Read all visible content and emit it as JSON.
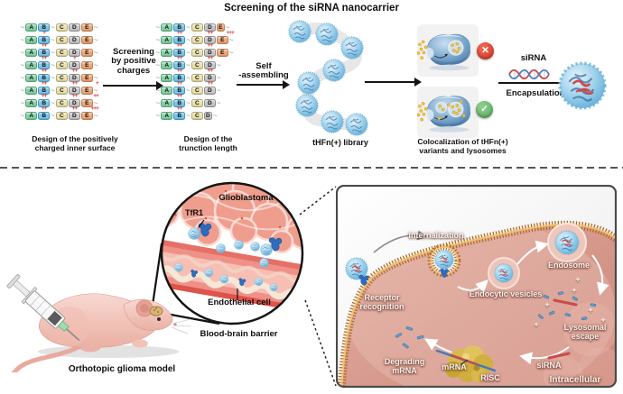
{
  "title": "Screening of the siRNA nanocarrier",
  "icons": {
    "cross": "✕",
    "check": "✓",
    "plus": "+"
  },
  "top": {
    "left_panel": {
      "caption": "Design of the positively\ncharged inner surface",
      "rows": [
        [
          {
            "t": "A",
            "c": ""
          },
          {
            "t": "B",
            "c": ""
          },
          {
            "t": "C",
            "c": ""
          },
          {
            "t": "D",
            "c": ""
          },
          {
            "t": "E",
            "c": ""
          }
        ],
        [
          {
            "t": "A",
            "c": ""
          },
          {
            "t": "B",
            "c": "+"
          },
          {
            "t": "C",
            "c": ""
          },
          {
            "t": "D",
            "c": ""
          },
          {
            "t": "E",
            "c": ""
          }
        ],
        [
          {
            "t": "A",
            "c": ""
          },
          {
            "t": "B",
            "c": "++"
          },
          {
            "t": "C",
            "c": ""
          },
          {
            "t": "D",
            "c": ""
          },
          {
            "t": "E",
            "c": ""
          }
        ],
        [
          {
            "t": "A",
            "c": ""
          },
          {
            "t": "B",
            "c": "++"
          },
          {
            "t": "C",
            "c": ""
          },
          {
            "t": "D",
            "c": "+"
          },
          {
            "t": "E",
            "c": ""
          }
        ],
        [
          {
            "t": "A",
            "c": ""
          },
          {
            "t": "B",
            "c": "++"
          },
          {
            "t": "C",
            "c": ""
          },
          {
            "t": "D",
            "c": "++"
          },
          {
            "t": "E",
            "c": ""
          }
        ],
        [
          {
            "t": "A",
            "c": ""
          },
          {
            "t": "B",
            "c": "++"
          },
          {
            "t": "C",
            "c": ""
          },
          {
            "t": "D",
            "c": "++"
          },
          {
            "t": "E",
            "c": "+"
          }
        ],
        [
          {
            "t": "A",
            "c": ""
          },
          {
            "t": "B",
            "c": "++"
          },
          {
            "t": "C",
            "c": ""
          },
          {
            "t": "D",
            "c": "++"
          },
          {
            "t": "E",
            "c": "++"
          }
        ],
        [
          {
            "t": "A",
            "c": ""
          },
          {
            "t": "B",
            "c": "++"
          },
          {
            "t": "C",
            "c": ""
          },
          {
            "t": "D",
            "c": "++"
          },
          {
            "t": "E",
            "c": "+++"
          }
        ]
      ]
    },
    "arrow1_label": "Screening\nby positive\ncharges",
    "mid_panel": {
      "caption": "Design of the\ntrunction length",
      "rows": [
        [
          {
            "t": "A",
            "c": ""
          },
          {
            "t": "B",
            "c": ""
          },
          {
            "t": "C",
            "c": ""
          },
          {
            "t": "D",
            "c": ""
          },
          {
            "t": "E",
            "c": "",
            "s": 1
          }
        ],
        [
          {
            "t": "A",
            "c": ""
          },
          {
            "t": "B",
            "c": "++"
          },
          {
            "t": "C",
            "c": ""
          },
          {
            "t": "D",
            "c": "++"
          },
          {
            "t": "E",
            "c": "+++"
          }
        ],
        [
          {
            "t": "A",
            "c": ""
          },
          {
            "t": "B",
            "c": "++"
          },
          {
            "t": "C",
            "c": ""
          },
          {
            "t": "D",
            "c": "++"
          },
          {
            "t": "E",
            "c": ""
          }
        ],
        [
          {
            "t": "A",
            "c": ""
          },
          {
            "t": "B",
            "c": "++"
          },
          {
            "t": "C",
            "c": ""
          },
          {
            "t": "D",
            "c": "++"
          }
        ],
        [
          {
            "t": "A",
            "c": ""
          },
          {
            "t": "B",
            "c": "++"
          },
          {
            "t": "C",
            "c": ""
          },
          {
            "t": "D",
            "c": "++"
          }
        ],
        [
          {
            "t": "A",
            "c": ""
          },
          {
            "t": "B",
            "c": "++"
          },
          {
            "t": "C",
            "c": ""
          },
          {
            "t": "D",
            "c": "++"
          }
        ],
        [
          {
            "t": "A",
            "c": ""
          },
          {
            "t": "B",
            "c": "++"
          },
          {
            "t": "C",
            "c": ""
          },
          {
            "t": "D",
            "c": ""
          }
        ],
        [
          {
            "t": "A",
            "c": ""
          },
          {
            "t": "B",
            "c": "++"
          },
          {
            "t": "C",
            "c": ""
          },
          {
            "t": "D",
            "c": "",
            "s": 1
          }
        ]
      ]
    },
    "arrow2_label": "Self\n-assembling",
    "library_caption": "tHFn(+) library",
    "coloc_caption": "Colocalization of tHFn(+)\nvariants and lysosomes",
    "sirna_label": "siRNA",
    "encapsulation_label": "Encapsulation"
  },
  "bottom": {
    "mouse_caption": "Orthotopic glioma model",
    "glioblastoma_label": "Glioblastoma",
    "tfr1_label": "TfR1",
    "endothelial_label": "Endothelial cell",
    "bbb_label": "Blood-brain barrier",
    "internalization_label": "Internalization",
    "receptor_recognition_label": "Receptor\nrecognition",
    "endocytic_vesicles_label": "Endocytic vesicles",
    "endosome_label": "Endosome",
    "lysosomal_escape_label": "Lysosomal\nescape",
    "sirna_label": "siRNA",
    "mrna_label": "mRNA",
    "risc_label": "RISC",
    "degrading_mrna_label": "Degrading\nmRNA",
    "intracellular_label": "Intracellular"
  },
  "colors": {
    "block_fill": {
      "A": "#8bd0a6",
      "B": "#7cc6e6",
      "C": "#e9e2b0",
      "D": "#c8c8c8",
      "E": "#eaa97e"
    },
    "block_border": {
      "A": "#4fa578",
      "B": "#3f95c2",
      "C": "#b3a96e",
      "D": "#8f8f8f",
      "E": "#c47a48"
    },
    "charge": "#e03232",
    "nanoparticle": "#7fc0e4",
    "accent_red": "#d63425",
    "accent_green": "#58ab5c",
    "cell_interior": "#d79a8d",
    "membrane": "#b06a28",
    "risc_gold": "#d9b94e"
  }
}
